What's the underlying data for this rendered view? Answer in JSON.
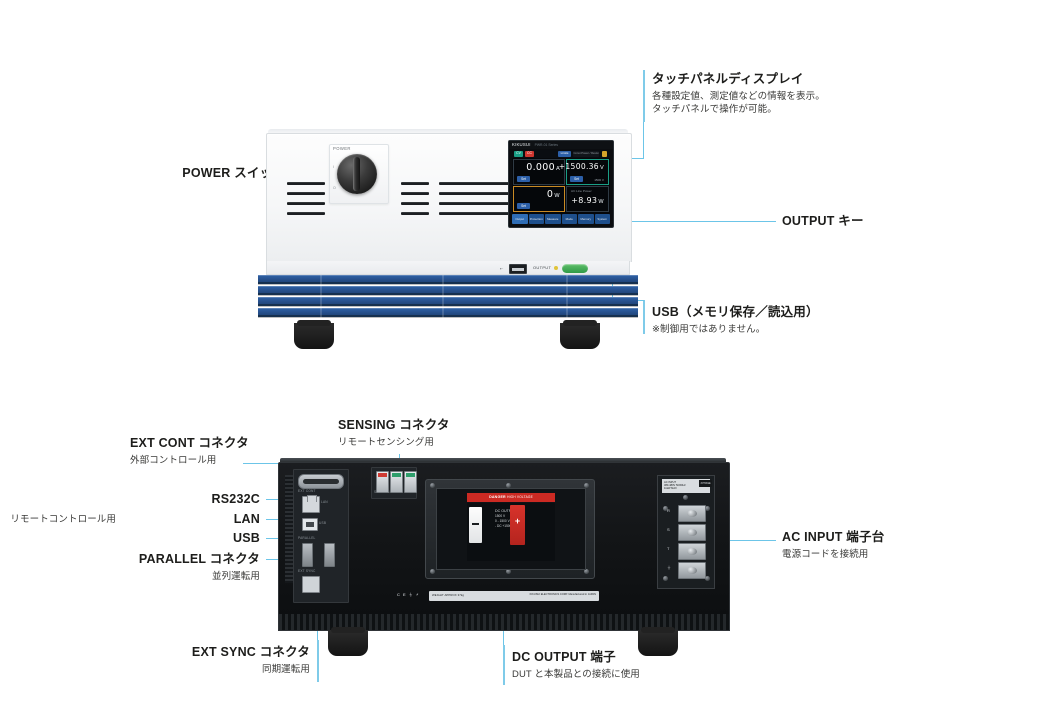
{
  "document": {
    "type": "product-callout-diagram",
    "colors": {
      "leader_line": "#6cc5e8",
      "label_text": "#1d1d1b",
      "sub_text": "#3a3a38",
      "heatsink_blue": "#27518e",
      "danger_red": "#cc2a23",
      "output_green": "#3f9f52"
    }
  },
  "front": {
    "callouts": {
      "power_switch": {
        "title": "POWER スイッチ",
        "sub": ""
      },
      "touch_panel": {
        "title": "タッチパネルディスプレイ",
        "sub_line1": "各種設定値、測定値などの情報を表示。",
        "sub_line2": "タッチパネルで操作が可能。"
      },
      "output_key": {
        "title": "OUTPUT キー",
        "sub": ""
      },
      "usb_front": {
        "title": "USB（メモリ保存／読込用）",
        "sub": "※制御用ではありません。"
      }
    },
    "panel": {
      "power_label": "POWER",
      "tick_on": "I",
      "tick_off": "O",
      "usb_mark": "⇠",
      "output_text": "OUTPUT"
    },
    "display": {
      "brand": "KIKUSUI",
      "model": "PWR-01 Series",
      "status": {
        "cv": "CV",
        "cc": "CC",
        "limit": "Limits",
        "info": "Const Power / Resist",
        "lock_icon": "lock-icon"
      },
      "readouts": [
        {
          "name": "current",
          "value": "0.000",
          "unit": "A",
          "button": "Set",
          "mini": "+1 A\n0 A"
        },
        {
          "name": "voltage",
          "value": "+1500.36",
          "unit": "V",
          "button": "Set",
          "mini": "1500 V"
        },
        {
          "name": "power",
          "value": "0",
          "unit": "W",
          "button": "Set",
          "mini": "+1500 W\n0.0 W"
        },
        {
          "name": "ac_power",
          "caption": "AC Line Power",
          "value": "+8.93",
          "unit": "W"
        }
      ],
      "tabs": [
        {
          "label": "Output Setting",
          "selected": true
        },
        {
          "label": "Protection",
          "selected": false
        },
        {
          "label": "Measure",
          "selected": false
        },
        {
          "label": "Mode",
          "selected": false
        },
        {
          "label": "Memory",
          "selected": false
        },
        {
          "label": "System",
          "selected": false
        }
      ]
    }
  },
  "rear": {
    "callouts": {
      "ext_cont": {
        "title": "EXT CONT コネクタ",
        "sub": "外部コントロール用"
      },
      "sensing": {
        "title": "SENSING コネクタ",
        "sub": "リモートセンシング用"
      },
      "rs232c": {
        "title": "RS232C"
      },
      "lan": {
        "title": "LAN"
      },
      "usb_rear": {
        "title": "USB"
      },
      "remote_control": {
        "sub": "リモートコントロール用"
      },
      "parallel": {
        "title": "PARALLEL コネクタ",
        "sub": "並列運転用"
      },
      "ext_sync": {
        "title": "EXT SYNC コネクタ",
        "sub": "同期運転用"
      },
      "dc_output": {
        "title": "DC OUTPUT 端子",
        "sub": "DUT と本製品との接続に使用"
      },
      "ac_input": {
        "title": "AC INPUT 端子台",
        "sub": "電源コードを接続用"
      }
    },
    "panel": {
      "ext_cont_mark": "EXT CONT",
      "sensing_mark": "SENSING",
      "lan_mark": "LAN",
      "usb_mark": "USB",
      "parallel_mark": "PARALLEL",
      "sync_mark": "EXT SYNC",
      "dc_out_mark": "DC OUTPUT",
      "dc_danger": "DANGER",
      "dc_danger_sub": "HIGH VOLTAGE",
      "dc_spec_head": "DC OUTPUT",
      "dc_spec_l1": "1500 V",
      "dc_spec_l2": "0 - 1500 V",
      "dc_spec_l3": "- DC +1500 V",
      "ac_plate_l1": "AC INPUT",
      "ac_plate_l2": "380-480V 50/60Hz",
      "ac_plate_l3": "11kW MAX",
      "ac_phase": "3 PHASE",
      "ac_terminals": [
        "R",
        "S",
        "T",
        "⏚"
      ],
      "rating_left": "WEIGHT APPROX 37kg",
      "rating_right": "KIKUSUI ELECTRONICS CORP.   Manufactured in JAPAN",
      "cert": "C E ⏚ ⚡"
    }
  }
}
